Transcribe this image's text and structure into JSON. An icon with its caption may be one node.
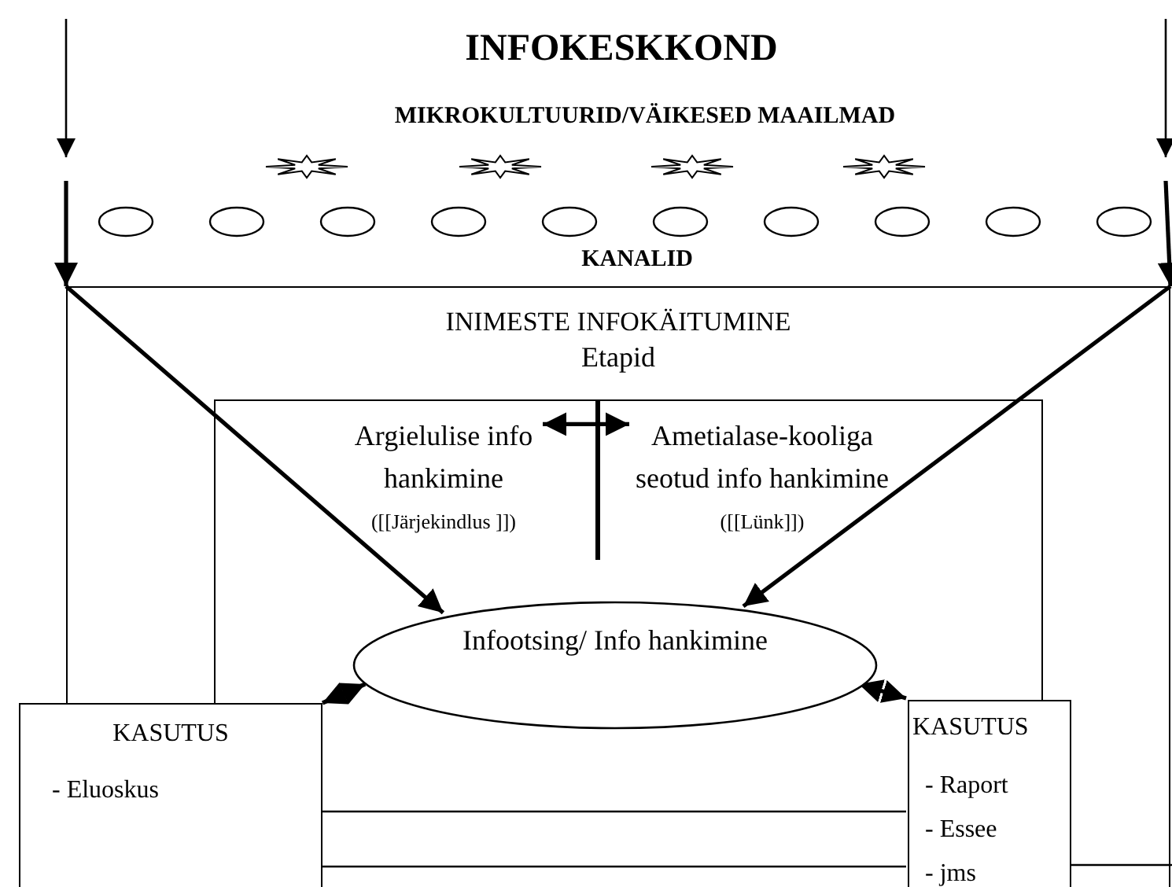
{
  "diagram": {
    "title": "INFOKESKKOND",
    "nodes": [
      {
        "text": [
          "INIMESTE INFOKÄITUMINE",
          "Etapid"
        ]
      },
      {
        "text": [],
        "shape": "box",
        "in": 0
      },
      {
        "text": [
          "Argielulise info hankimine",
          "([[Järjekindlus ]])"
        ],
        "in": 1
      },
      {
        "text": [
          "Ametialase-kooliga seotud info hankimine",
          "([[Lünk]])"
        ],
        "in": 1
      },
      {
        "text": [
          "Infootsing/ Info hankimine"
        ],
        "in": 1
      },
      {
        "text": [
          "KASUTUS",
          "- Eluoskus"
        ]
      },
      {
        "text": [
          "KASUTUS",
          "- Raport",
          "- Essee",
          "- jms"
        ],
        "in": 0
      }
    ],
    "edges": [
      {
        "from": null,
        "to": 0,
        "arrow": "to"
      },
      {
        "from": null,
        "to": 0,
        "arrow": "to"
      },
      {
        "from": 0,
        "to": 4,
        "arrow": "to"
      },
      {
        "from": 0,
        "to": 4,
        "arrow": "to"
      },
      {
        "from": 2,
        "to": 3,
        "arrow": "both"
      },
      {
        "from": 4,
        "to": 5,
        "arrow": "both"
      },
      {
        "from": 4,
        "to": 6,
        "arrow": "both"
      }
    ],
    "labels": [
      "MIKROKULTUURID/VÄIKESED MAAILMAD",
      "KANALID"
    ]
  }
}
